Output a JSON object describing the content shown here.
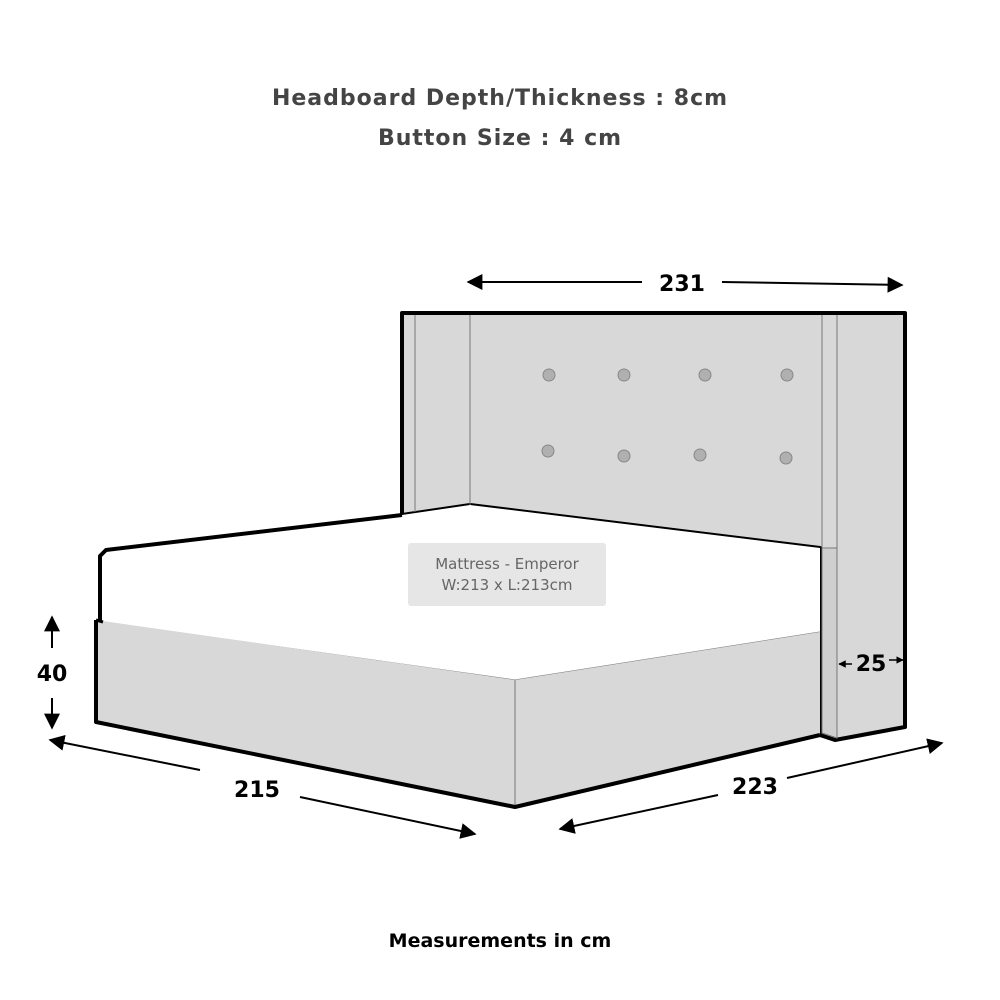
{
  "header": {
    "line1": "Headboard Depth/Thickness : 8cm",
    "line2": "Button Size : 4 cm"
  },
  "dimensions": {
    "width": "231",
    "wing_depth": "25",
    "height": "40",
    "length": "215",
    "side_length": "223"
  },
  "mattress": {
    "line1": "Mattress - Emperor",
    "line2": "W:213 x L:213cm"
  },
  "footer": {
    "note": "Measurements in cm"
  },
  "colors": {
    "text": "#444444",
    "outline": "#000000",
    "fabric": "#d8d8d8",
    "button": "#b0b0b0",
    "mattress": "#ffffff",
    "label_bg": "#e6e6e6",
    "label_text": "#666666"
  }
}
